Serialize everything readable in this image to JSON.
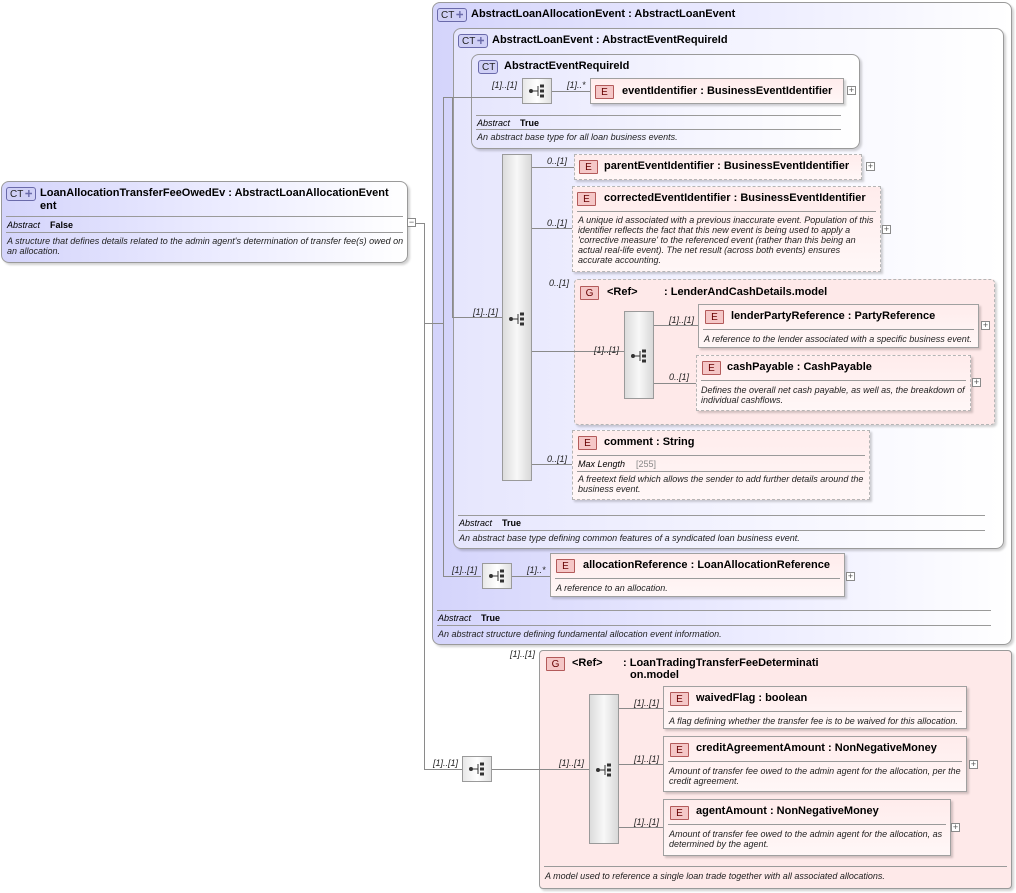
{
  "root": {
    "badge": "CT",
    "name": "LoanAllocationTransferFeeOwedEv",
    "name_cont": "ent",
    "base": ": AbstractLoanAllocationEvent",
    "prop_label": "Abstract",
    "prop_value": "False",
    "doc": "A structure that defines details related to the admin agent's determination of transfer fee(s) owed on an allocation."
  },
  "alloc_event": {
    "badge": "CT",
    "name": "AbstractLoanAllocationEvent",
    "base": ": AbstractLoanEvent",
    "prop_label": "Abstract",
    "prop_value": "True",
    "doc": "An abstract structure defining fundamental allocation event information."
  },
  "loan_event": {
    "badge": "CT",
    "name": "AbstractLoanEvent",
    "base": ": AbstractEventRequireId",
    "prop_label": "Abstract",
    "prop_value": "True",
    "doc": "An abstract base type defining common features of a syndicated loan business event."
  },
  "require_id": {
    "badge": "CT",
    "name": "AbstractEventRequireId",
    "prop_label": "Abstract",
    "prop_value": "True",
    "doc": "An abstract base type for all loan business events.",
    "seq_card": "[1]..[1]",
    "elem_card": "[1]..*"
  },
  "elements": {
    "event_identifier": {
      "badge": "E",
      "name": "eventIdentifier",
      "type": ": BusinessEventIdentifier"
    },
    "parent_event_identifier": {
      "badge": "E",
      "name": "parentEventIdentifier",
      "type": ": BusinessEventIdentifier",
      "card": "0..[1]"
    },
    "corrected_event_identifier": {
      "badge": "E",
      "name": "correctedEventIdentifier",
      "type": ": BusinessEventIdentifier",
      "card": "0..[1]",
      "doc": "A unique id associated with a previous inaccurate event. Population of this identifier reflects the fact that this new event is being used to apply a 'corrective measure' to the referenced event (rather than this being an actual real-life event). The net result (across both events) ensures accurate accounting."
    },
    "lender_party_reference": {
      "badge": "E",
      "name": "lenderPartyReference",
      "type": ": PartyReference",
      "card": "[1]..[1]",
      "doc": "A reference to the lender associated with a specific business event."
    },
    "cash_payable": {
      "badge": "E",
      "name": "cashPayable",
      "type": ": CashPayable",
      "card": "0..[1]",
      "doc": "Defines the overall net cash payable, as well as, the breakdown of individual cashflows."
    },
    "comment": {
      "badge": "E",
      "name": "comment",
      "type": ": String",
      "card": "0..[1]",
      "prop_label": "Max Length",
      "prop_value": "[255]",
      "doc": "A freetext field which allows the sender to add further details around the business event."
    },
    "allocation_reference": {
      "badge": "E",
      "name": "allocationReference",
      "type": ": LoanAllocationReference",
      "card": "[1]..*",
      "doc": "A reference to an allocation."
    },
    "waived_flag": {
      "badge": "E",
      "name": "waivedFlag",
      "type": ": boolean",
      "card": "[1]..[1]",
      "doc": "A flag defining whether the transfer fee is to be waived for this allocation."
    },
    "credit_agreement_amount": {
      "badge": "E",
      "name": "creditAgreementAmount",
      "type": ": NonNegativeMoney",
      "card": "[1]..[1]",
      "doc": "Amount of transfer fee owed to the admin agent for the allocation, per the credit agreement."
    },
    "agent_amount": {
      "badge": "E",
      "name": "agentAmount",
      "type": ": NonNegativeMoney",
      "card": "[1]..[1]",
      "doc": "Amount of transfer fee owed to the admin agent for the allocation, as determined by the agent."
    }
  },
  "lender_group": {
    "badge": "G",
    "ref": "<Ref>",
    "name": ": LenderAndCashDetails.model",
    "card": "0..[1]",
    "seq_card": "[1]..[1]"
  },
  "trade_group": {
    "badge": "G",
    "ref": "<Ref>",
    "name": ": LoanTradingTransferFeeDeterminati",
    "name_cont": "on.model",
    "card": "[1]..[1]",
    "seq_card": "[1]..[1]",
    "doc": "A model used to reference a single loan trade together with all associated allocations."
  },
  "seq_cards": {
    "loan_event_seq": "[1]..[1]",
    "alloc_seq": "[1]..[1]",
    "root_seq": "[1]..[1]"
  },
  "plus_glyph": "+",
  "minus_glyph": "−"
}
